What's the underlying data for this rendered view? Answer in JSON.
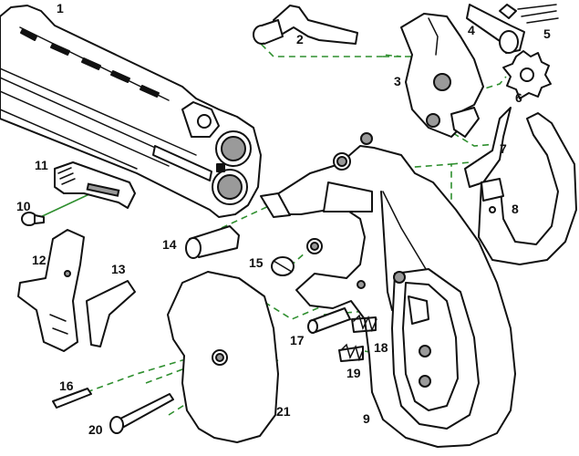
{
  "colors": {
    "line": "#111111",
    "leader": "#2f8f2f",
    "shade": "#9a9a9a",
    "background": "#ffffff"
  },
  "part_labels": [
    "1",
    "2",
    "3",
    "4",
    "5",
    "6",
    "7",
    "8",
    "9",
    "10",
    "11",
    "12",
    "13",
    "14",
    "15",
    "16",
    "17",
    "18",
    "19",
    "20",
    "21"
  ]
}
